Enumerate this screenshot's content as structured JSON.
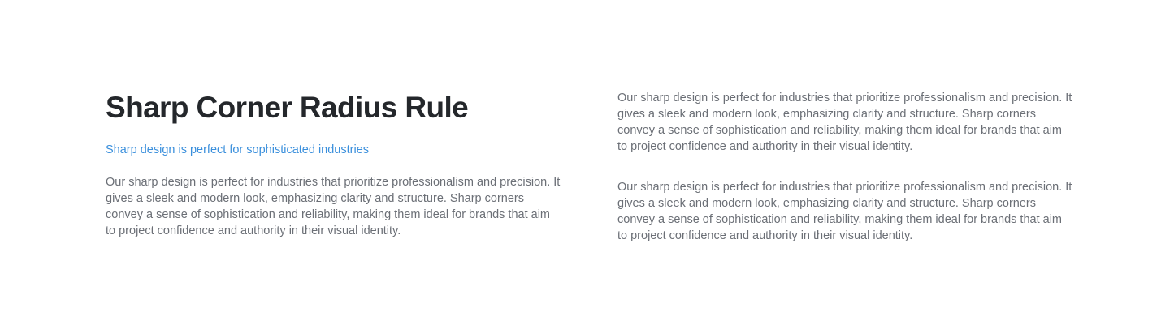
{
  "section": {
    "title": "Sharp Corner Radius Rule",
    "subtitle": "Sharp design is perfect for sophisticated industries",
    "left_paragraph": "Our sharp design is perfect for industries that prioritize professionalism and precision. It gives a sleek and modern look, emphasizing clarity and structure. Sharp corners convey a sense of sophistication and reliability, making them ideal for brands that aim to project confidence and authority in their visual identity.",
    "right_paragraphs": [
      "Our sharp design is perfect for industries that prioritize professionalism and precision. It gives a sleek and modern look, emphasizing clarity and structure. Sharp corners convey a sense of sophistication and reliability, making them ideal for brands that aim to project confidence and authority in their visual identity.",
      "Our sharp design is perfect for industries that prioritize professionalism and precision. It gives a sleek and modern look, emphasizing clarity and structure. Sharp corners convey a sense of sophistication and reliability, making them ideal for brands that aim to project confidence and authority in their visual identity."
    ]
  },
  "colors": {
    "background": "#ffffff",
    "heading": "#24272b",
    "accent": "#3a8fdc",
    "body_text": "#6b6f76"
  }
}
